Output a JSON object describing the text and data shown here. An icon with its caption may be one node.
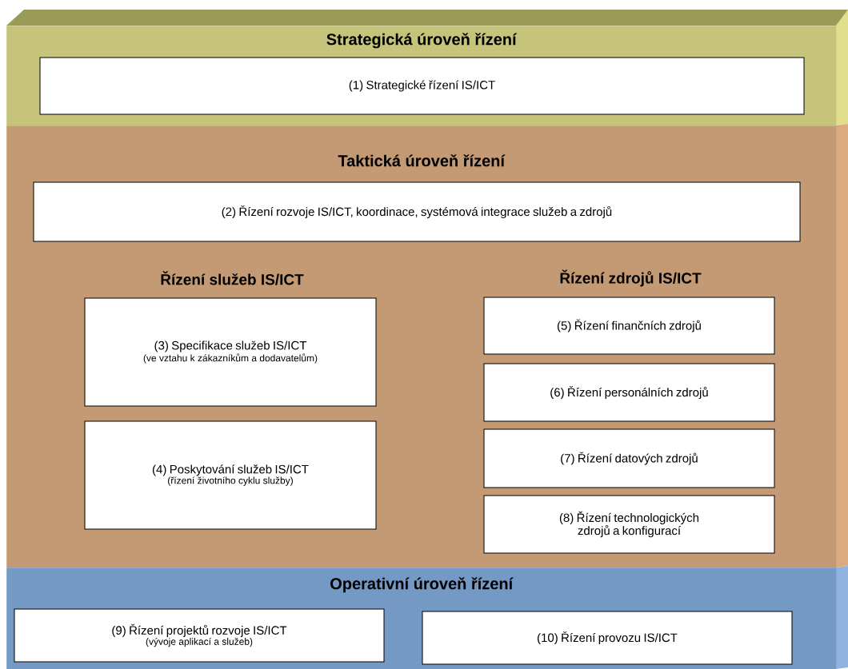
{
  "diagram": {
    "nodes": [
      {
        "text": [
          "Strategická úroveň řízení"
        ]
      },
      {
        "text": [
          "(1) Strategické řízení IS/ICT"
        ],
        "in": 0
      },
      {
        "text": [
          "Taktická úroveň řízení"
        ]
      },
      {
        "text": [
          "(2) Řízení rozvoje IS/ICT, koordinace, systémová integrace služeb a zdrojů"
        ],
        "in": 2
      },
      {
        "text": [
          "(3) Specifikace služeb IS/ICT",
          "(ve vztahu k zákazníkům a dodavatelům)"
        ],
        "in": 2
      },
      {
        "text": [
          "(4) Poskytování služeb IS/ICT",
          "(řízení životního cyklu služby)"
        ],
        "in": 2
      },
      {
        "text": [
          "(5) Řízení finančních zdrojů"
        ],
        "in": 2
      },
      {
        "text": [
          "(6) Řízení personálních zdrojů"
        ],
        "in": 2
      },
      {
        "text": [
          "(7) Řízení datových zdrojů"
        ],
        "in": 2
      },
      {
        "text": [
          "(8) Řízení technologických zdrojů a konfigurací"
        ],
        "in": 2
      },
      {
        "text": [
          "Operativní úroveň řízení"
        ]
      },
      {
        "text": [
          "(9) Řízení projektů rozvoje IS/ICT",
          "(vývoje aplikací a služeb)"
        ],
        "in": 10
      },
      {
        "text": [
          "(10) Řízení provozu IS/ICT"
        ],
        "in": 10
      }
    ],
    "labels": [
      "Řízení služeb IS/ICT",
      "Řízení zdrojů IS/ICT"
    ]
  }
}
